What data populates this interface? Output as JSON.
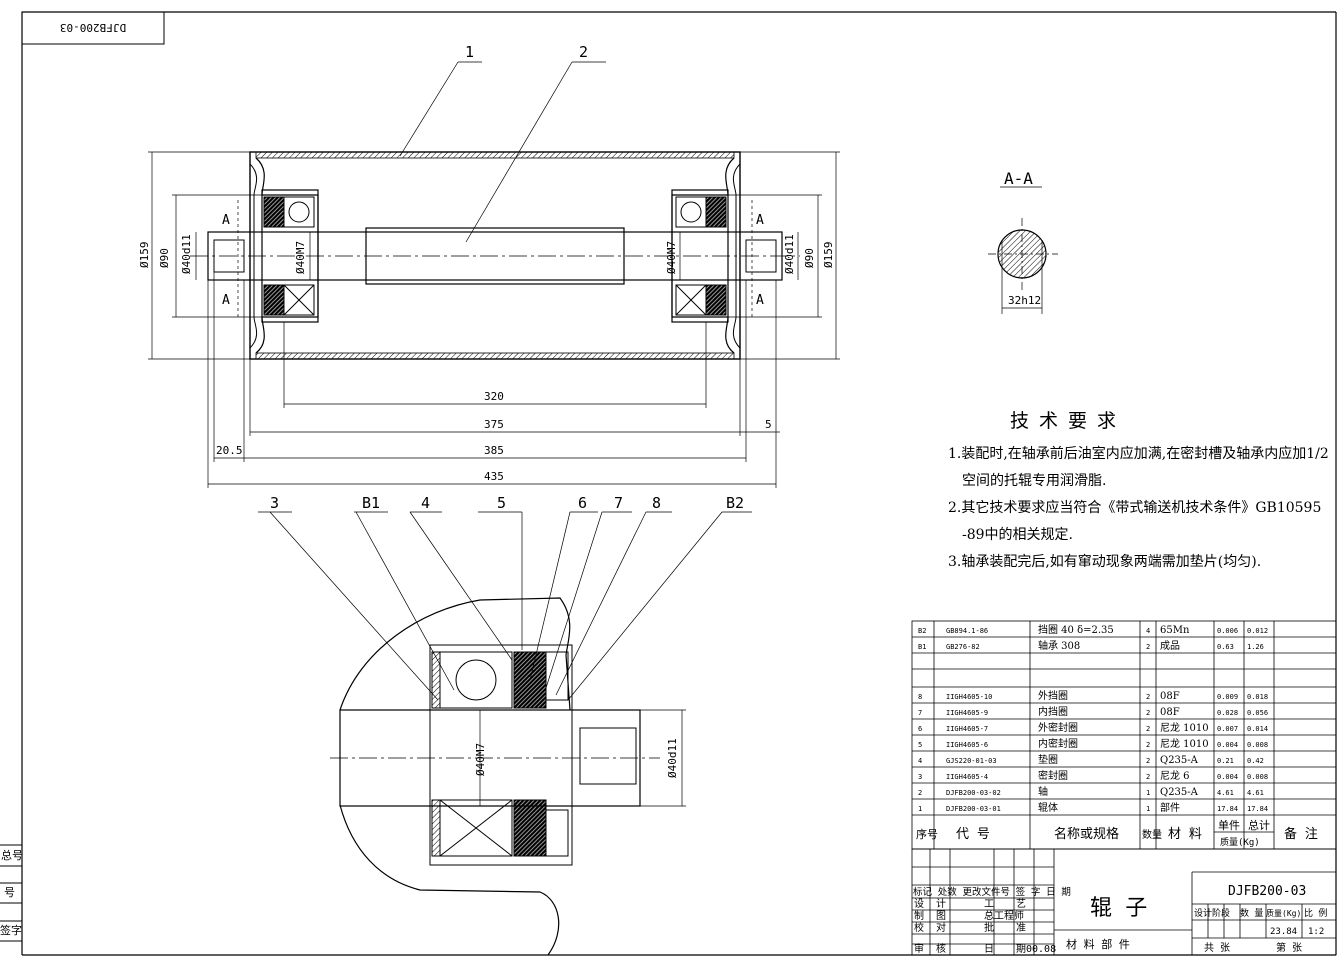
{
  "drawing_code_stamp": "DJFB200-03",
  "part_balloons": [
    "1",
    "2",
    "3",
    "B1",
    "4",
    "5",
    "6",
    "7",
    "8",
    "B2"
  ],
  "section": {
    "label": "A-A",
    "dim": "32h12"
  },
  "section_marks": [
    "A",
    "A",
    "A",
    "A"
  ],
  "main_view": {
    "dia_labels": [
      "Ø159",
      "Ø90",
      "Ø40d11",
      "Ø40M7",
      "Ø40M7",
      "Ø40d11",
      "Ø90",
      "Ø159"
    ],
    "length_dims": [
      "320",
      "375",
      "385",
      "435",
      "20.5",
      "5"
    ]
  },
  "detail_view": {
    "dia_labels": [
      "Ø40M7",
      "Ø40d11"
    ]
  },
  "technical_requirements": {
    "title": "技术要求",
    "items": [
      "1.装配时,在轴承前后油室内应加满,在密封槽及轴承内应加1/2",
      "空间的托辊专用润滑脂.",
      "2.其它技术要求应当符合《带式输送机技术条件》GB10595",
      "-89中的相关规定.",
      "3.轴承装配完后,如有窜动现象两端需加垫片(均匀)."
    ]
  },
  "bom": {
    "rows": [
      [
        "B2",
        "GB894.1-86",
        "挡圈 40  δ=2.35",
        "4",
        "65Mn",
        "0.006",
        "0.012",
        ""
      ],
      [
        "B1",
        "GB276-82",
        "轴承 308",
        "2",
        "成品",
        "0.63",
        "1.26",
        ""
      ],
      [
        "",
        "",
        "",
        "",
        "",
        "",
        "",
        ""
      ],
      [
        "",
        "",
        "",
        "",
        "",
        "",
        "",
        ""
      ],
      [
        "8",
        "IIGH4605-10",
        "外挡圈",
        "2",
        "08F",
        "0.009",
        "0.018",
        ""
      ],
      [
        "7",
        "IIGH4605-9",
        "内挡圈",
        "2",
        "08F",
        "0.028",
        "0.056",
        ""
      ],
      [
        "6",
        "IIGH4605-7",
        "外密封圈",
        "2",
        "尼龙 1010",
        "0.007",
        "0.014",
        ""
      ],
      [
        "5",
        "IIGH4605-6",
        "内密封圈",
        "2",
        "尼龙 1010",
        "0.004",
        "0.008",
        ""
      ],
      [
        "4",
        "GJS220-01-03",
        "垫圈",
        "2",
        "Q235-A",
        "0.21",
        "0.42",
        ""
      ],
      [
        "3",
        "IIGH4605-4",
        "密封圈",
        "2",
        "尼龙 6",
        "0.004",
        "0.008",
        ""
      ],
      [
        "2",
        "DJFB200-03-02",
        "轴",
        "1",
        "Q235-A",
        "4.61",
        "4.61",
        ""
      ],
      [
        "1",
        "DJFB200-03-01",
        "辊体",
        "1",
        "部件",
        "17.84",
        "17.84",
        ""
      ]
    ],
    "header": [
      "序号",
      "代  号",
      "名称或规格",
      "数量",
      "材  料",
      "单件",
      "总计",
      "备  注"
    ],
    "mass_label": "质量(Kg)"
  },
  "title_block": {
    "name": "辊    子",
    "code": "DJFB200-03",
    "material": "材 料 部  件",
    "stage_row": "设计阶段",
    "count_label": "数  量",
    "mass_label": "质量(Kg)",
    "scale_label": "比  例",
    "mass": "23.84",
    "scale": "1:2",
    "total_sheets": "共        张",
    "sheet_no": "第        张",
    "rev_header": "标记 处数 更改文件号 签  字 日 期",
    "roles": [
      [
        "设",
        "计",
        "工",
        "艺"
      ],
      [
        "制",
        "图",
        "总工程师",
        ""
      ],
      [
        "校",
        "对",
        "批",
        "准"
      ],
      [
        "审",
        "核",
        "日",
        "期00.08"
      ]
    ]
  },
  "side_labels": [
    "总号",
    "号",
    "签字"
  ]
}
